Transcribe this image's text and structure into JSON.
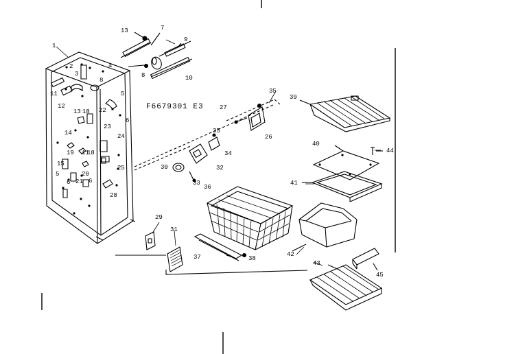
{
  "diagram": {
    "model_code": "F6679301 E3",
    "part_labels": [
      {
        "id": "p1",
        "text": "1"
      },
      {
        "id": "p2",
        "text": "2"
      },
      {
        "id": "p3",
        "text": "3"
      },
      {
        "id": "p4",
        "text": "4"
      },
      {
        "id": "p5a",
        "text": "5"
      },
      {
        "id": "p5b",
        "text": "5"
      },
      {
        "id": "p6a",
        "text": "6"
      },
      {
        "id": "p6b",
        "text": "6"
      },
      {
        "id": "p7",
        "text": "7"
      },
      {
        "id": "p8a",
        "text": "8"
      },
      {
        "id": "p8b",
        "text": "8"
      },
      {
        "id": "p9",
        "text": "9"
      },
      {
        "id": "p10",
        "text": "10"
      },
      {
        "id": "p11",
        "text": "11"
      },
      {
        "id": "p12",
        "text": "12"
      },
      {
        "id": "p13a",
        "text": "13"
      },
      {
        "id": "p13b",
        "text": "13"
      },
      {
        "id": "p14",
        "text": "14"
      },
      {
        "id": "p15",
        "text": "15"
      },
      {
        "id": "p18",
        "text": "18"
      },
      {
        "id": "p19",
        "text": "19"
      },
      {
        "id": "p20",
        "text": "20"
      },
      {
        "id": "p21",
        "text": "21"
      },
      {
        "id": "p22",
        "text": "22"
      },
      {
        "id": "p23",
        "text": "23"
      },
      {
        "id": "p24",
        "text": "24"
      },
      {
        "id": "p25",
        "text": "25"
      },
      {
        "id": "p26",
        "text": "26"
      },
      {
        "id": "p27",
        "text": "27"
      },
      {
        "id": "p28",
        "text": "28"
      },
      {
        "id": "p29",
        "text": "29"
      },
      {
        "id": "p30",
        "text": "30"
      },
      {
        "id": "p31",
        "text": "31"
      },
      {
        "id": "p32",
        "text": "32"
      },
      {
        "id": "p33",
        "text": "33"
      },
      {
        "id": "p34",
        "text": "34"
      },
      {
        "id": "p35a",
        "text": "35"
      },
      {
        "id": "p35b",
        "text": "35"
      },
      {
        "id": "p36",
        "text": "36"
      },
      {
        "id": "p37",
        "text": "37"
      },
      {
        "id": "p38",
        "text": "38"
      },
      {
        "id": "p39",
        "text": "39"
      },
      {
        "id": "p40",
        "text": "40"
      },
      {
        "id": "p41",
        "text": "41"
      },
      {
        "id": "p42",
        "text": "42"
      },
      {
        "id": "p43",
        "text": "43"
      },
      {
        "id": "p44",
        "text": "44"
      },
      {
        "id": "p45",
        "text": "45"
      },
      {
        "id": "p18b",
        "text": "18"
      },
      {
        "id": "p11b",
        "text": "11"
      },
      {
        "id": "p6c",
        "text": "6"
      }
    ]
  },
  "colors": {
    "ink": "#000000",
    "paper": "#ffffff"
  }
}
